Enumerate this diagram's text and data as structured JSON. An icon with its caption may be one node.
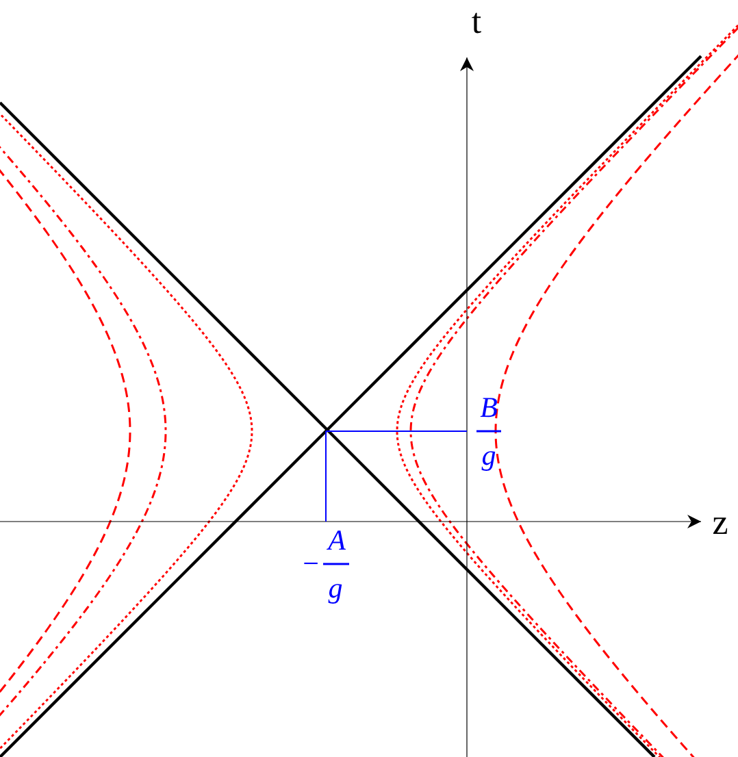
{
  "diagram": {
    "labels": [
      "t",
      "B",
      "g",
      "z",
      "−",
      "A",
      "g"
    ]
  }
}
